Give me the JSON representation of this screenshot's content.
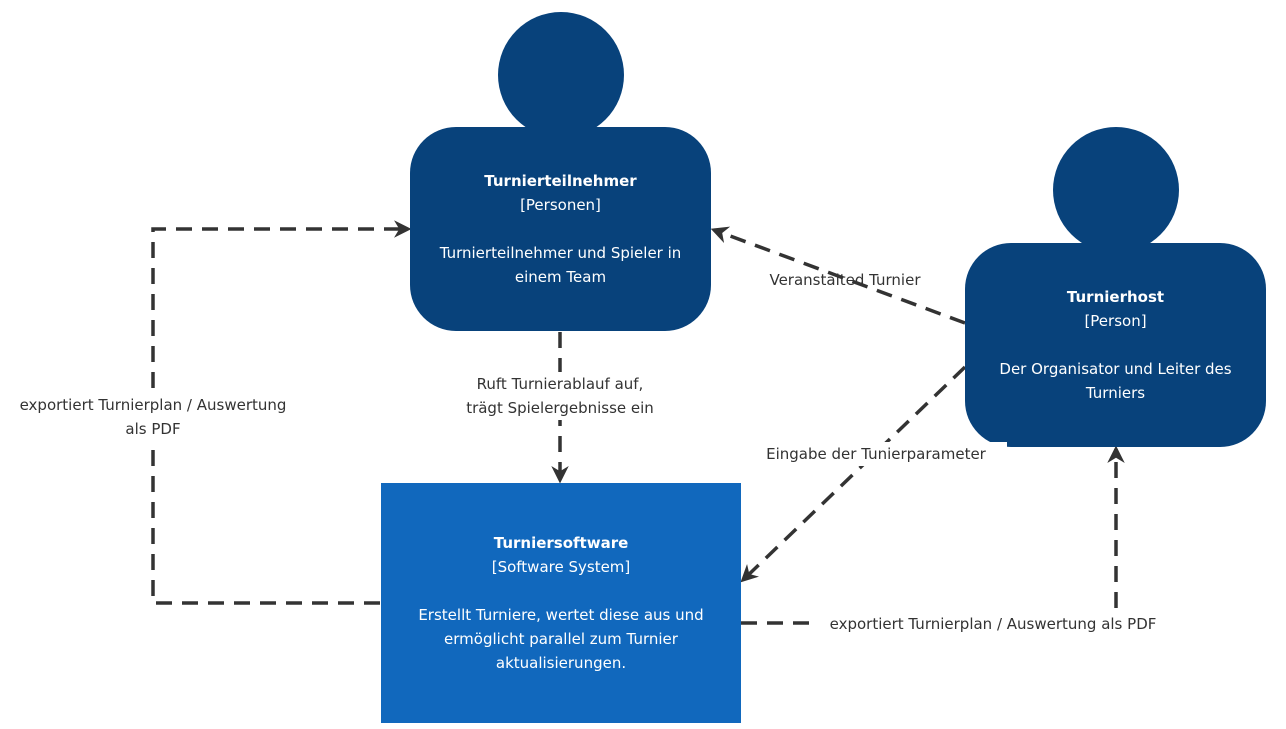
{
  "colors": {
    "person": "#08427b",
    "system": "#1168bd",
    "edge": "#333333"
  },
  "elements": {
    "participant": {
      "name": "Turnierteilnehmer",
      "type": "[Personen]",
      "description": "Turnierteilnehmer und Spieler in einem Team"
    },
    "host": {
      "name": "Turnierhost",
      "type": "[Person]",
      "description": "Der Organisator und Leiter des Turniers"
    },
    "software": {
      "name": "Turniersoftware",
      "type": "[Software System]",
      "description": "Erstellt Turniere, wertet diese aus und ermöglicht parallel zum Turnier aktualisierungen."
    }
  },
  "relationships": {
    "host_to_participant": "Veranstalted Turnier",
    "participant_to_software_line1": "Ruft Turnierablauf auf,",
    "participant_to_software_line2": "trägt Spielergebnisse ein",
    "host_to_software": "Eingabe der Tunierparameter",
    "software_to_participant_line1": "exportiert Turnierplan / Auswertung",
    "software_to_participant_line2": "als PDF",
    "software_to_host": "exportiert Turnierplan / Auswertung als PDF"
  }
}
